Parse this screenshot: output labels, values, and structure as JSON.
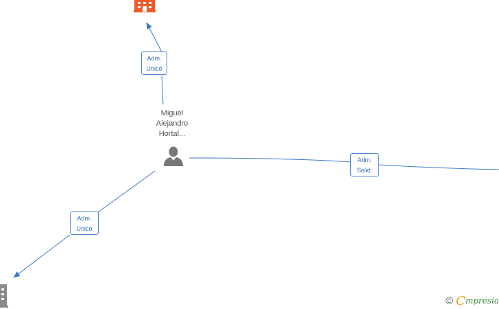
{
  "diagram": {
    "person": {
      "name_lines": [
        "Miguel",
        "Alejandro",
        "Hortal..."
      ],
      "icon": "person-icon"
    },
    "companies": [
      {
        "id": "top",
        "icon": "building-icon",
        "color": "#f0582a"
      },
      {
        "id": "bottom-left",
        "icon": "building-icon",
        "color": "#8a8a8a"
      }
    ],
    "edges": [
      {
        "target": "top",
        "label_lines": [
          "Adm.",
          "Unico"
        ]
      },
      {
        "target": "right",
        "label_lines": [
          "Adm.",
          "Solid."
        ]
      },
      {
        "target": "bottom-left",
        "label_lines": [
          "Adm.",
          "Unico"
        ]
      }
    ],
    "colors": {
      "edge": "#3a78cc",
      "label_text": "#2f6fc0"
    }
  },
  "watermark": {
    "copyright_symbol": "©",
    "brand_initial": "C",
    "brand_rest": "mpresia"
  }
}
